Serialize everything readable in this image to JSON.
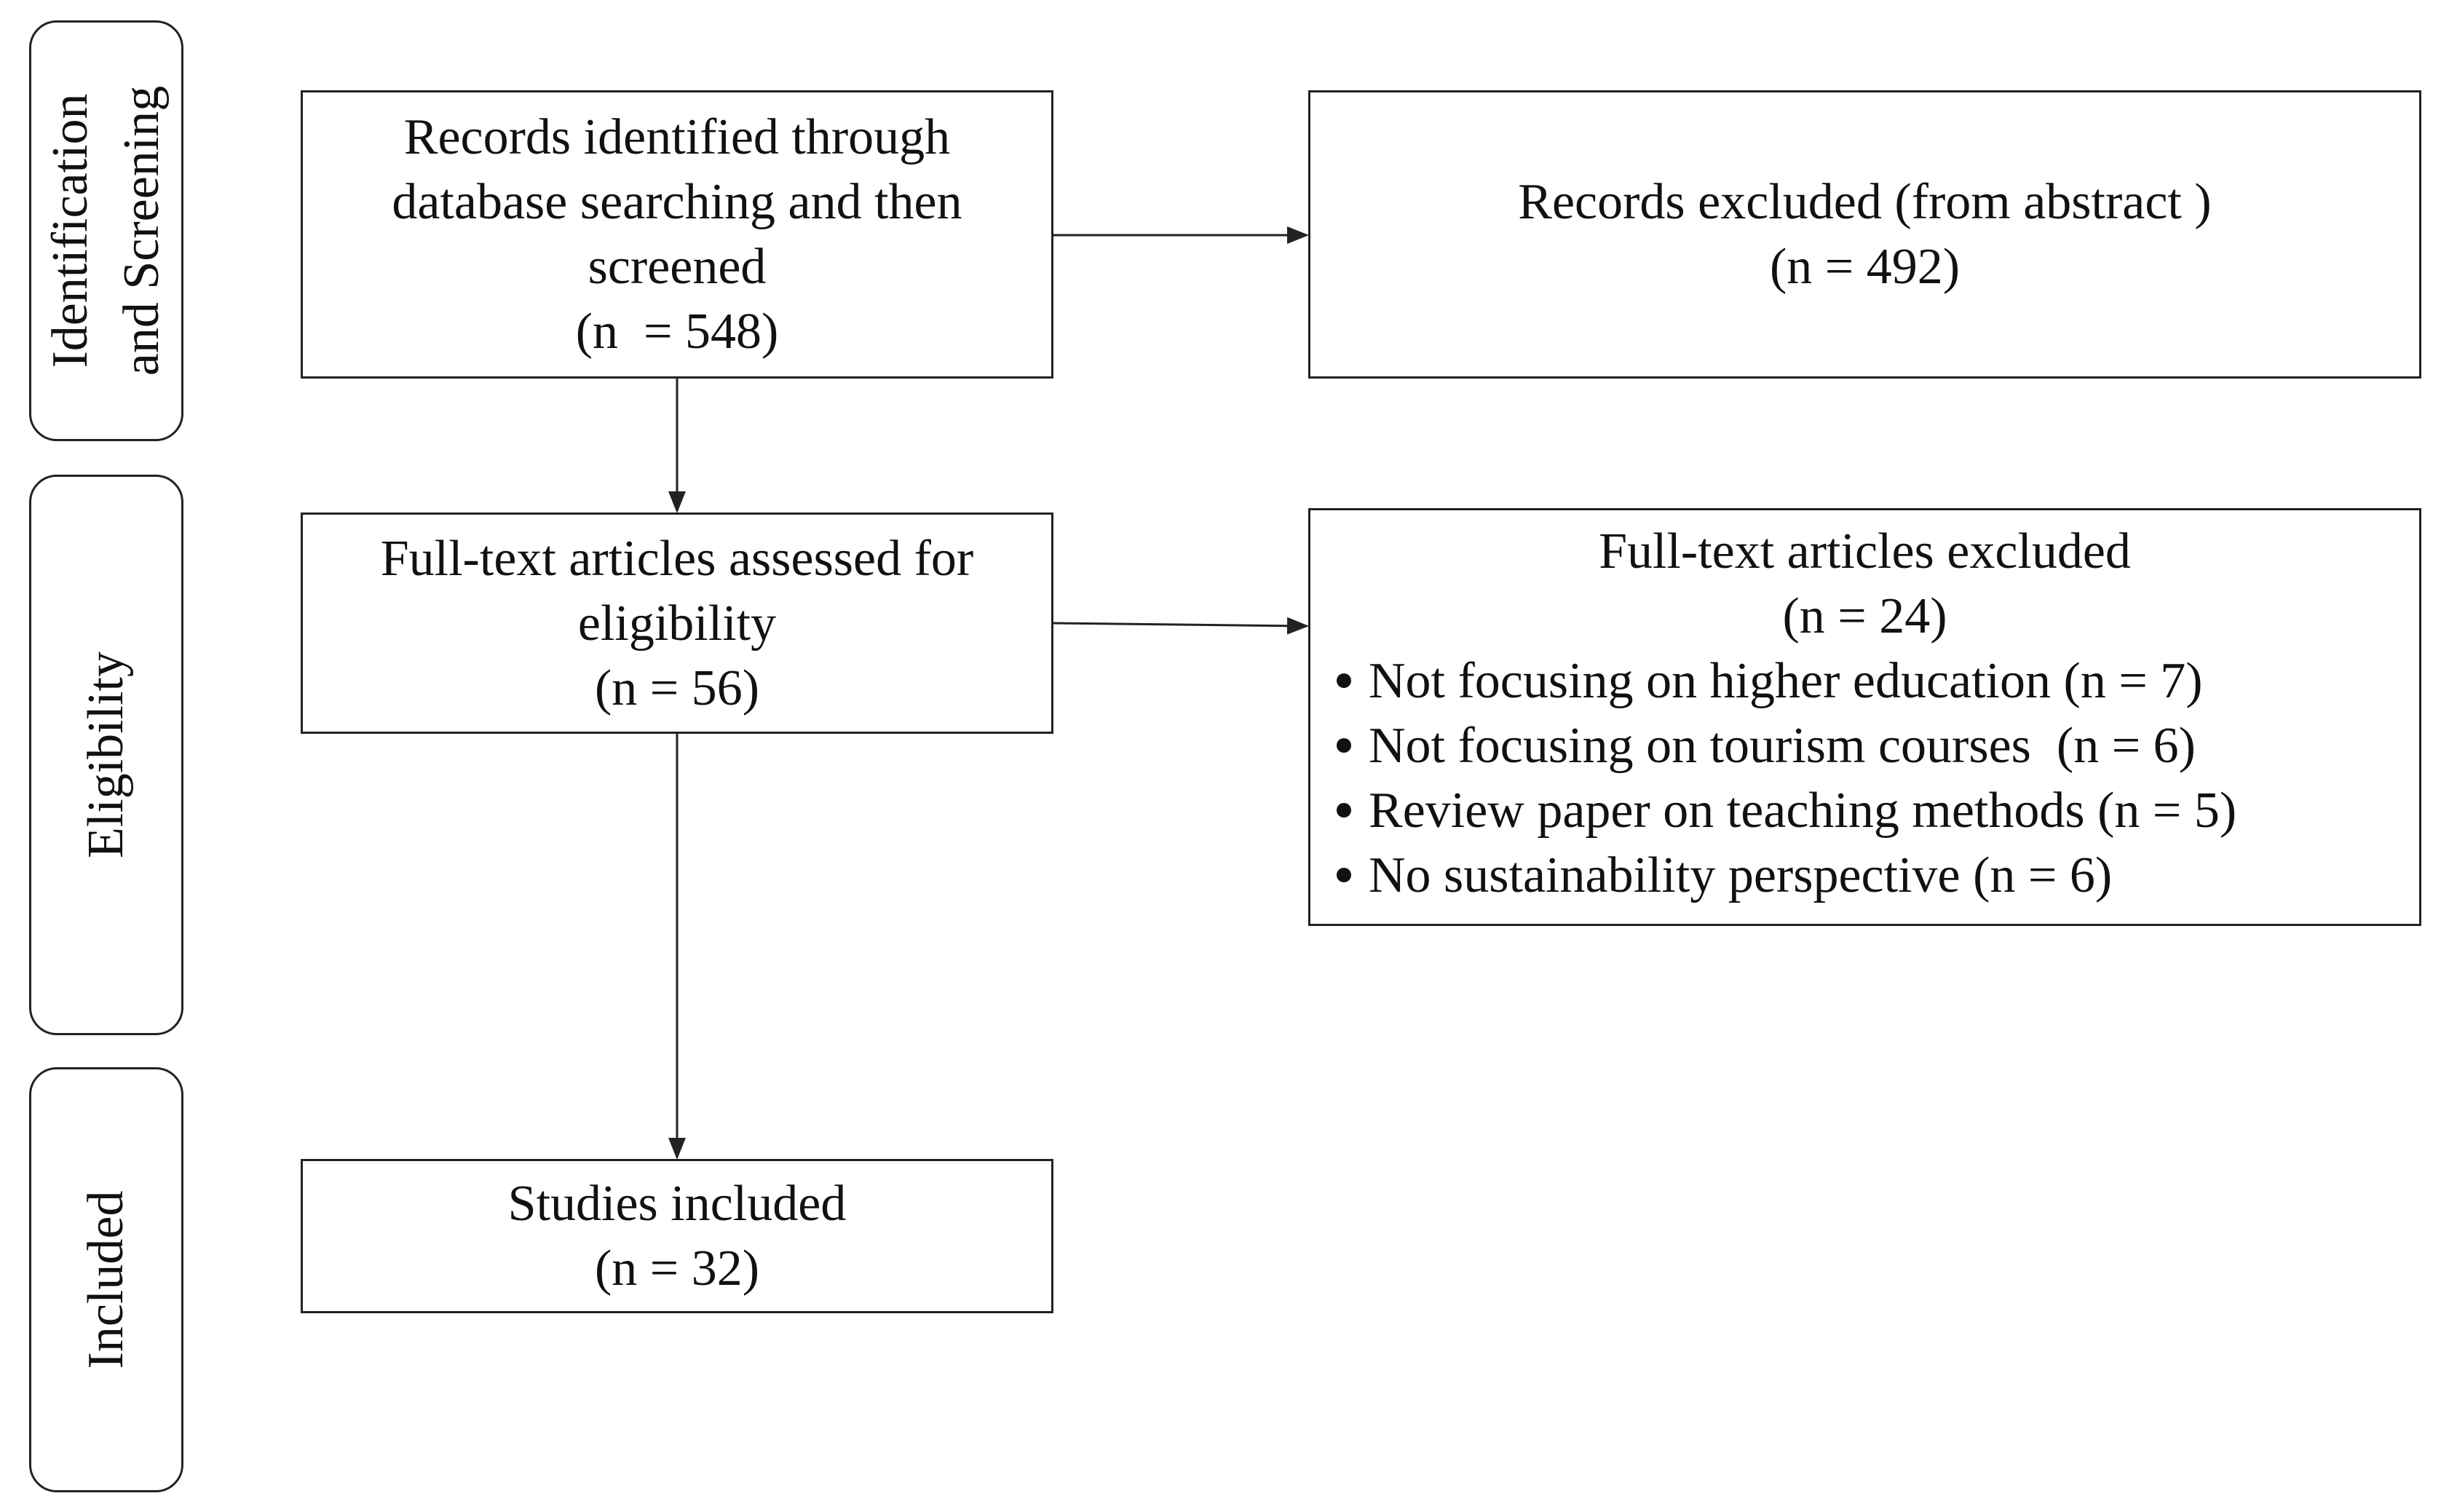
{
  "stages": {
    "identification": [
      "Identification",
      "and Screening"
    ],
    "eligibility": "Eligibility",
    "included": "Included"
  },
  "boxes": {
    "identified": {
      "lines": [
        "Records identified through",
        "database searching and then",
        "screened",
        "(n  = 548)"
      ]
    },
    "excluded_abstract": {
      "lines": [
        "Records excluded (from abstract )",
        "(n = 492)"
      ]
    },
    "assessed": {
      "lines": [
        "Full-text articles assessed for",
        "eligibility",
        "(n = 56)"
      ]
    },
    "excluded_fulltext": {
      "title": "Full-text articles excluded",
      "count": "(n = 24)",
      "reasons": [
        "Not focusing on higher education (n = 7)",
        "Not focusing on tourism courses  (n = 6)",
        "Review paper on teaching methods (n = 5)",
        "No sustainability perspective (n = 6)"
      ]
    },
    "included": {
      "lines": [
        "Studies included",
        "(n = 32)"
      ]
    }
  },
  "colors": {
    "line": "#222222",
    "text": "#111111",
    "background": "#ffffff"
  }
}
